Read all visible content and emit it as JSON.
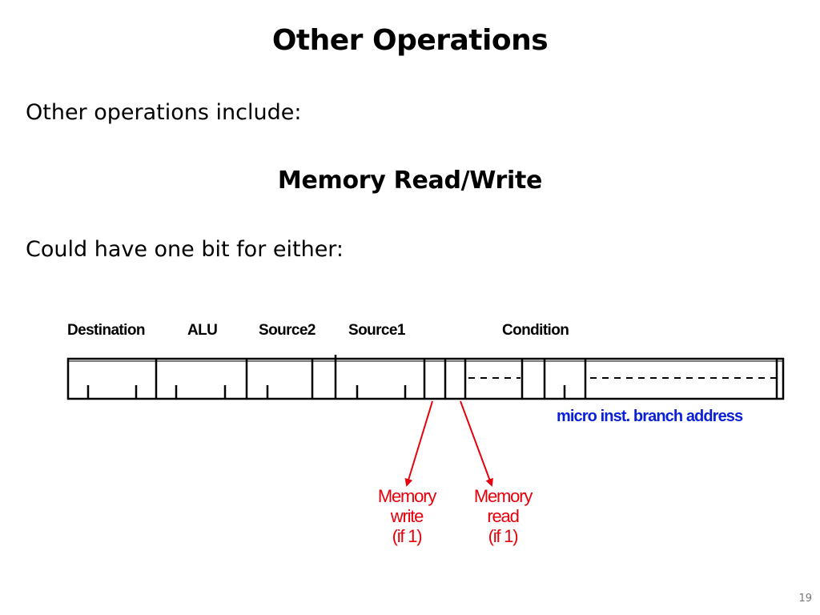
{
  "slide": {
    "title": "Other Operations",
    "intro": "Other operations include:",
    "subtitle": "Memory Read/Write",
    "body": "Could have one bit for either:",
    "page_number": "19"
  },
  "diagram": {
    "field_labels": {
      "destination": "Destination",
      "alu": "ALU",
      "source2": "Source2",
      "source1": "Source1",
      "condition": "Condition"
    },
    "branch_label": "micro inst. branch address",
    "memory_write": {
      "line1": "Memory",
      "line2": "write",
      "line3": "(if 1)"
    },
    "memory_read": {
      "line1": "Memory",
      "line2": "read",
      "line3": "(if 1)"
    },
    "colors": {
      "arrow": "#e8000b",
      "branch": "#0a1fd8"
    }
  }
}
